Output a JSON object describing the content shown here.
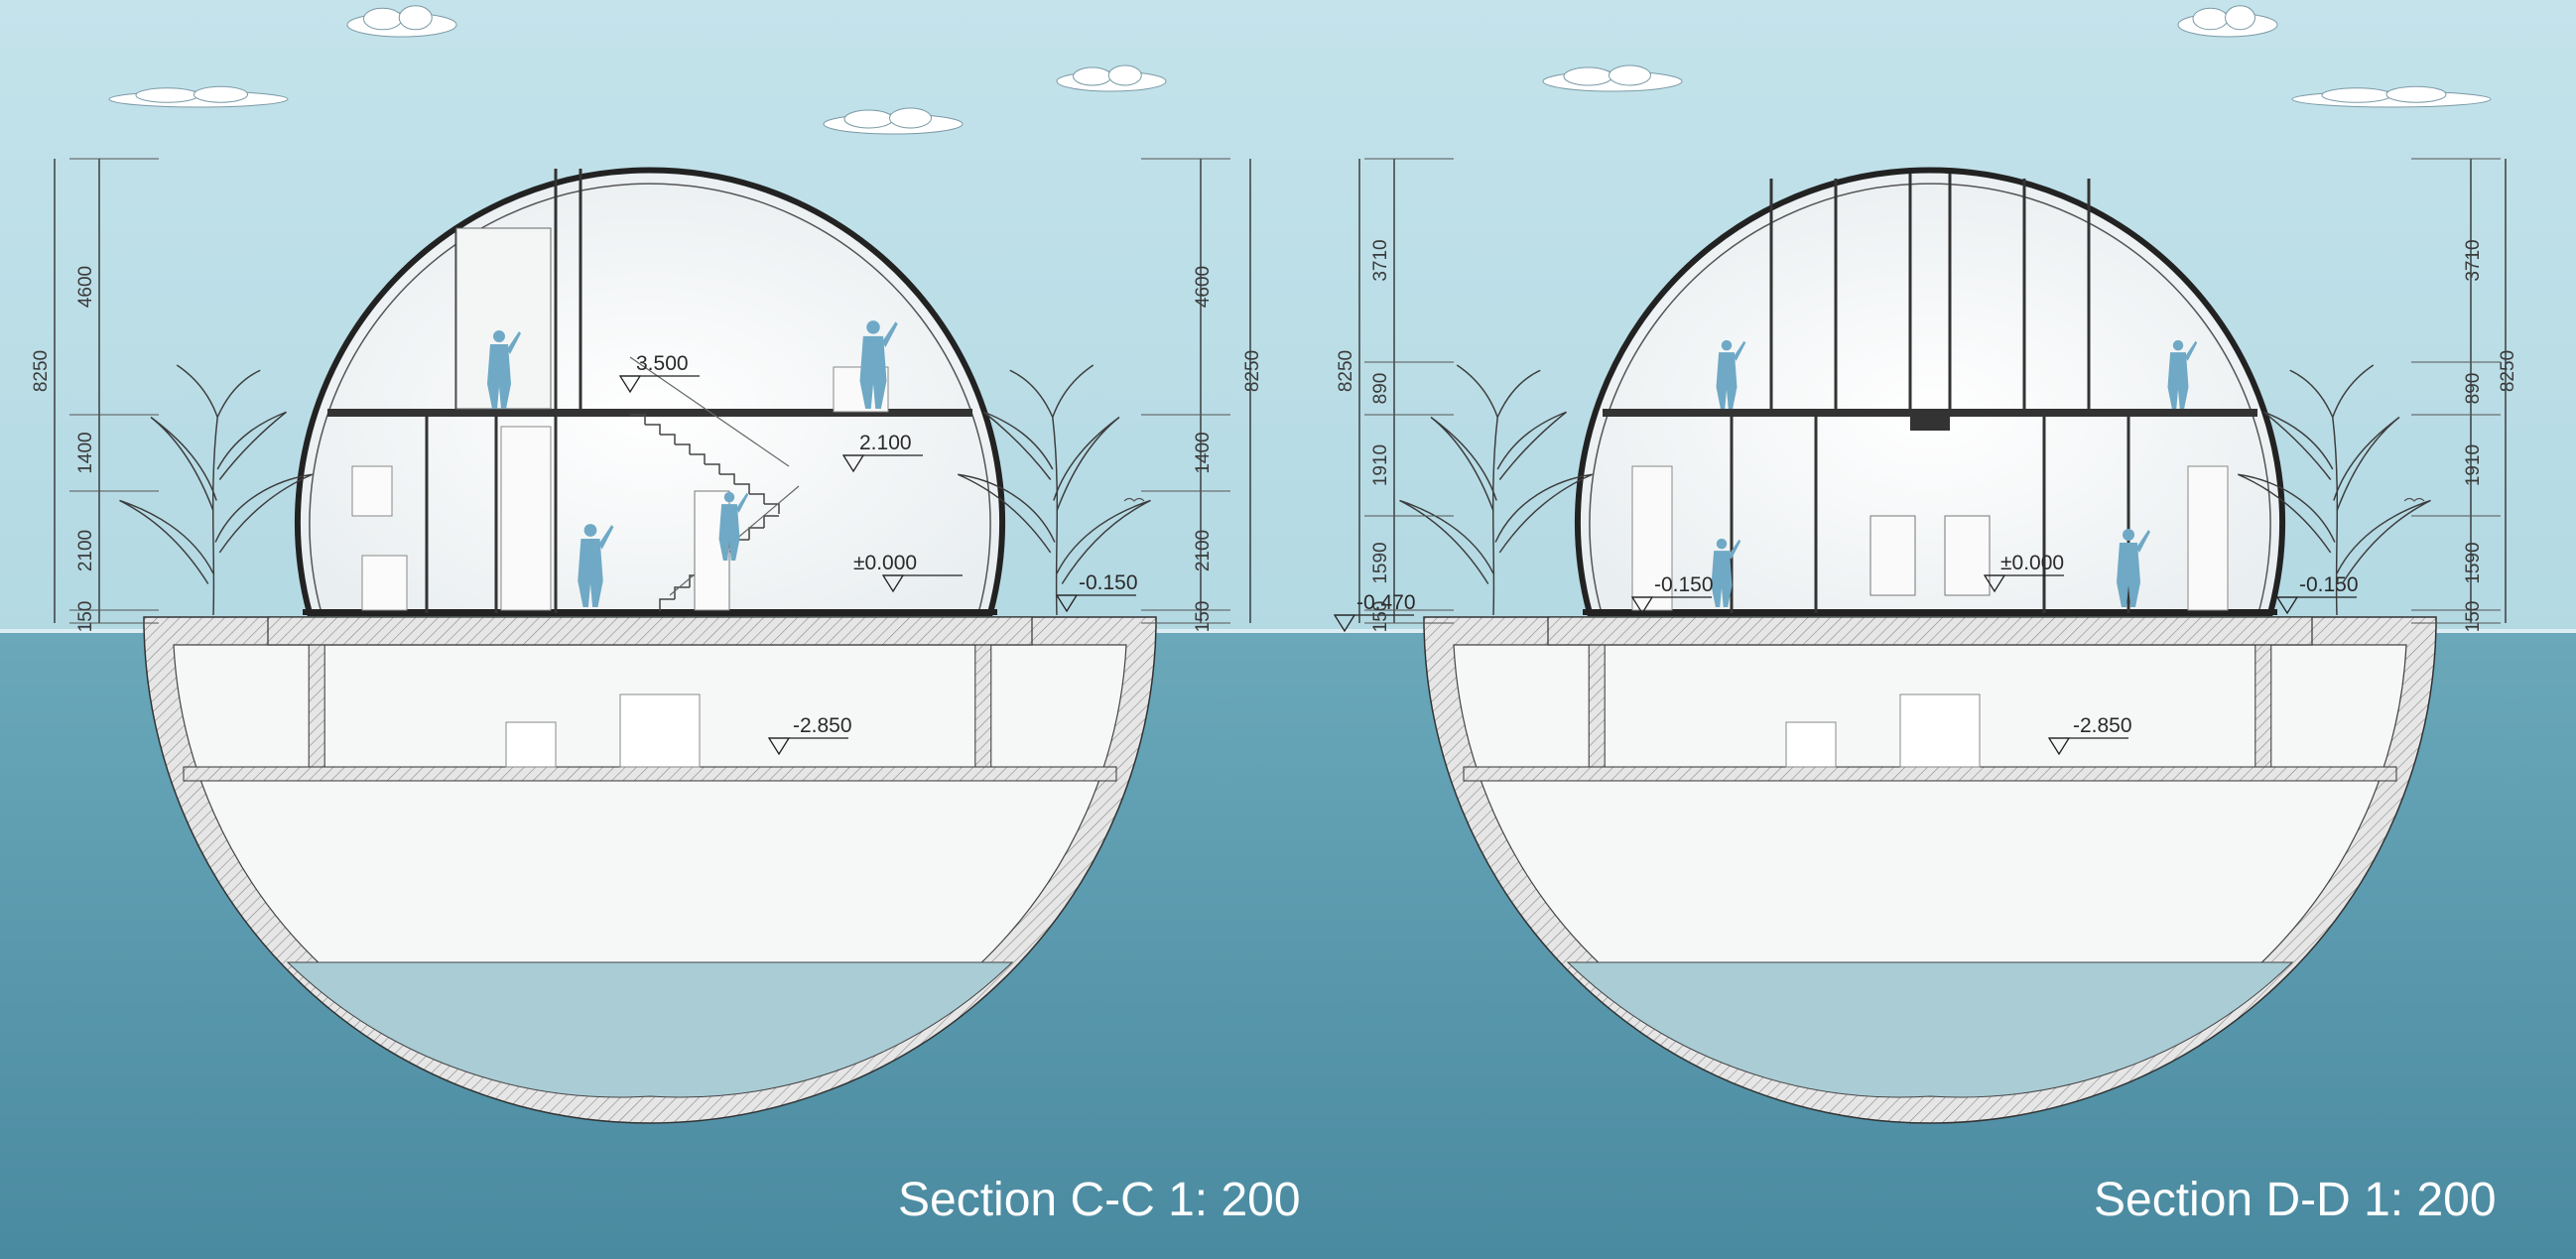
{
  "colors": {
    "sky": "#b9dde6",
    "water": "#5e9fb2",
    "water_deep": "#4f8ea3",
    "ballast": "#a9ccd5",
    "figure": "#6fa9c6",
    "wall_hatch": "#cfcfcf",
    "dim_text": "#3a3a3a",
    "title_text": "#ffffff"
  },
  "sections": [
    {
      "id": "cc",
      "title": "Section C-C 1: 200",
      "left_dims": {
        "total": "8250",
        "segments": [
          "4600",
          "1400",
          "2100",
          "150"
        ]
      },
      "right_dims": {
        "total": "8250",
        "segments": [
          "4600",
          "1400",
          "2100",
          "150"
        ]
      },
      "levels": [
        "3.500",
        "2.100",
        "±0.000",
        "-0.150",
        "-2.850"
      ],
      "outside_level": "-0.470"
    },
    {
      "id": "dd",
      "title": "Section D-D 1: 200",
      "left_dims": {
        "total": "8250",
        "segments": [
          "3710",
          "890",
          "1910",
          "1590",
          "150"
        ]
      },
      "right_dims": {
        "total": "8250",
        "segments": [
          "3710",
          "890",
          "1910",
          "1590",
          "150"
        ]
      },
      "levels": [
        "±0.000",
        "-0.150",
        "-0.150",
        "-2.850"
      ]
    }
  ],
  "icons": [
    "cloud-icon",
    "tree-icon",
    "person-figure-icon",
    "bird-icon",
    "level-marker-icon"
  ]
}
